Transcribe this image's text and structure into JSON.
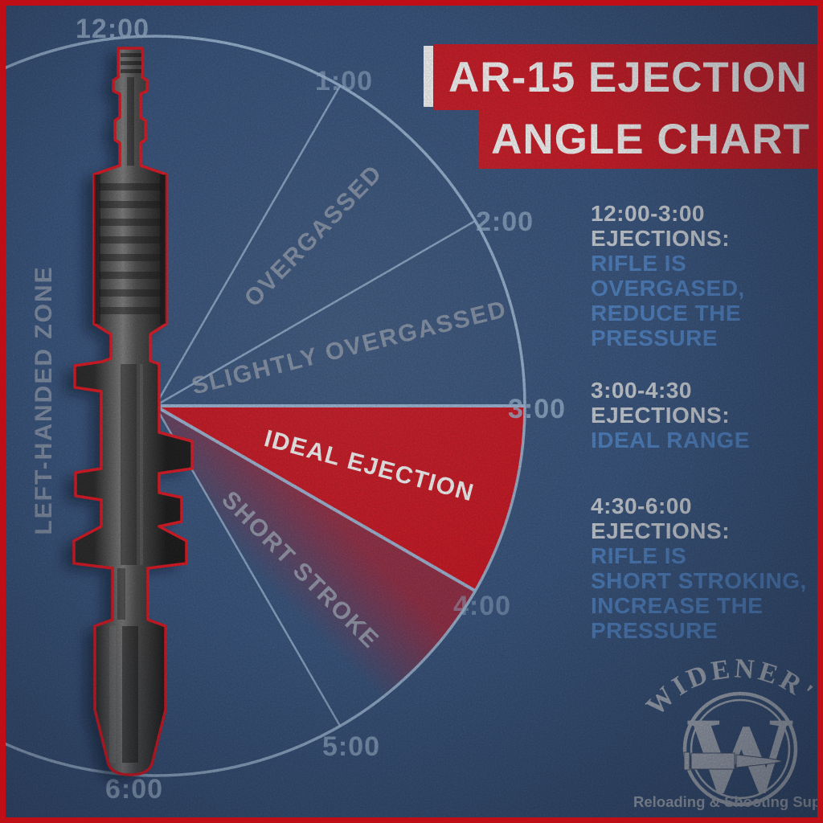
{
  "title": {
    "line1": "AR-15 EJECTION",
    "line2": "ANGLE CHART"
  },
  "clock": {
    "time_labels": [
      "12:00",
      "1:00",
      "2:00",
      "3:00",
      "4:00",
      "5:00",
      "6:00"
    ],
    "zone_labels": {
      "overgassed": "OVERGASSED",
      "slightly_overgassed": "SLIGHTLY OVERGASSED",
      "ideal_ejection": "IDEAL EJECTION",
      "short_stroke": "SHORT STROKE",
      "left_handed": "LEFT-HANDED ZONE"
    }
  },
  "legend": [
    {
      "range": "12:00-3:00",
      "heading": "EJECTIONS:",
      "lines": [
        "RIFLE IS",
        "OVERGASED,",
        "REDUCE THE",
        "PRESSURE"
      ]
    },
    {
      "range": "3:00-4:30",
      "heading": "EJECTIONS:",
      "lines": [
        "IDEAL RANGE"
      ]
    },
    {
      "range": "4:30-6:00",
      "heading": "EJECTIONS:",
      "lines": [
        "RIFLE IS",
        "SHORT STROKING,",
        "INCREASE THE",
        "PRESSURE"
      ]
    }
  ],
  "logo": {
    "brand": "WIDENER'S",
    "monogram": "W",
    "tagline": "Reloading & Shooting Supply"
  },
  "colors": {
    "accent_red": "#d01420",
    "wedge_red": "#cf0e1b",
    "border_red": "#bf0e16",
    "background_blue": "#33517d",
    "line_light_blue": "#a9c6e4",
    "legend_blue": "#4a80c4",
    "legend_silver": "#ccd2da",
    "zone_label_gray": "#98a3b4"
  }
}
